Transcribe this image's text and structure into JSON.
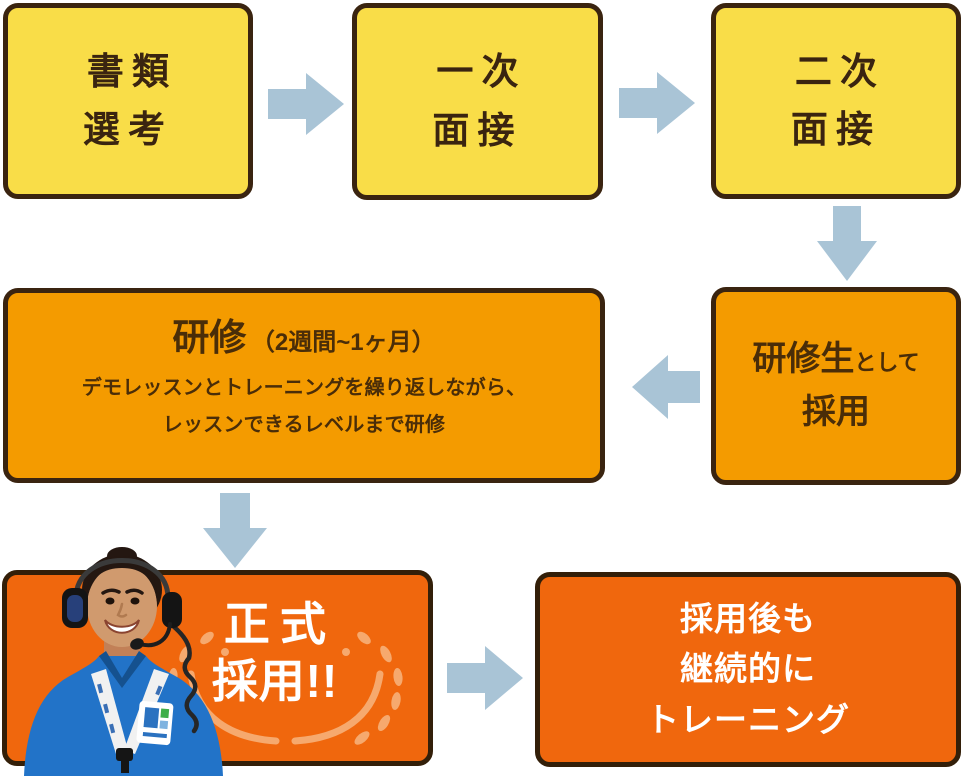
{
  "colors": {
    "yellow": "#F9DD48",
    "border_brown": "#3A2410",
    "orange": "#F49B00",
    "text_brown": "#4A2D08",
    "deep_orange": "#F0670D",
    "deep_border": "#331F09",
    "arrow": "#A9C4D6",
    "white": "#FFFFFF",
    "laurel": "#F6A96E"
  },
  "steps": {
    "document_screening": {
      "line1": "書類",
      "line2": "選考"
    },
    "first_interview": {
      "line1": "一次",
      "line2": "面接"
    },
    "second_interview": {
      "line1": "二次",
      "line2": "面接"
    },
    "trainee_hire": {
      "big1": "研修生",
      "small1": "として",
      "line2": "採用"
    },
    "training": {
      "title": "研修",
      "title_note": "（2週間~1ヶ月）",
      "body_line1": "デモレッスンとトレーニングを繰り返しながら、",
      "body_line2": "レッスンできるレベルまで研修"
    },
    "official_hire": {
      "line1": "正式",
      "line2": "採用!!"
    },
    "ongoing_training": {
      "line1": "採用後も",
      "line2": "継続的に",
      "line3": "トレーニング"
    }
  },
  "icons": {
    "arrow_right": "block-arrow-right",
    "arrow_down": "block-arrow-down",
    "arrow_left": "block-arrow-left",
    "laurel": "laurel-wreath-sprigs"
  },
  "photo": {
    "alt": "Smiling staff member wearing a headset and blue polo shirt"
  }
}
